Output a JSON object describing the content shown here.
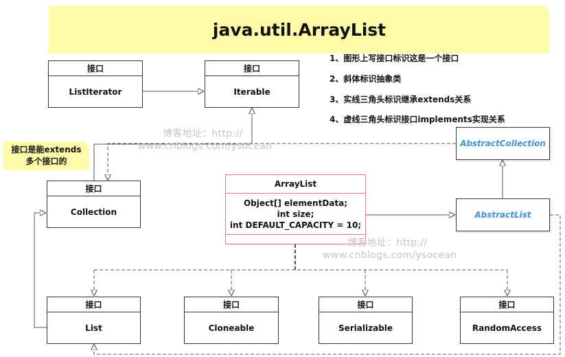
{
  "title": "java.util.ArrayList",
  "legend": [
    "1、图形上写接口标识这是一个接口",
    "2、斜体标识抽象类",
    "3、实线三角头标识继承extends关系",
    "4、虚线三角头标识接口implements实现关系"
  ],
  "side_note": {
    "line1": "接口是能extends",
    "line2": "多个接口的"
  },
  "interface_label": "接口",
  "interfaces": {
    "list_iterator": "ListIterator",
    "iterable": "Iterable",
    "collection": "Collection",
    "list": "List",
    "cloneable": "Cloneable",
    "serializable": "Serializable",
    "random_access": "RandomAccess"
  },
  "abstract_classes": {
    "abstract_collection": "AbstractCollection",
    "abstract_list": "AbstractList"
  },
  "array_list": {
    "name": "ArrayList",
    "fields": [
      "Object[] elementData;",
      "int size;",
      "int DEFAULT_CAPACITY = 10;"
    ]
  },
  "watermarks": [
    {
      "line1": "博客地址：http://",
      "line2": "www.cnblogs.com/ysocean"
    },
    {
      "line1": "博客地址：http://",
      "line2": "www.cnblogs.com/ysocean"
    }
  ],
  "colors": {
    "note_yellow": "#fdfba8",
    "abstract_text": "#3d95d6",
    "array_list_border": "#e8737a",
    "line": "#555555"
  }
}
